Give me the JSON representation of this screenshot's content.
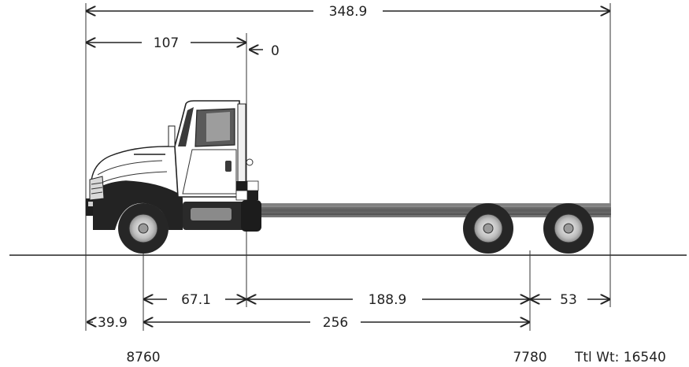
{
  "dimensions": {
    "overall_length": "348.9",
    "bumper_to_back_of_cab": "107",
    "back_of_cab_offset": "0",
    "cab_to_front_axle": "67.1",
    "cab_to_rear_axle": "188.9",
    "rear_overhang": "53",
    "front_overhang": "39.9",
    "wheelbase": "256"
  },
  "weights": {
    "front_axle": "8760",
    "rear_axle": "7780",
    "total": "Ttl Wt: 16540"
  },
  "colors": {
    "ink": "#222222",
    "frame": "#6e6e6e",
    "tire": "#2a2a2a",
    "cab": "#ffffff"
  }
}
